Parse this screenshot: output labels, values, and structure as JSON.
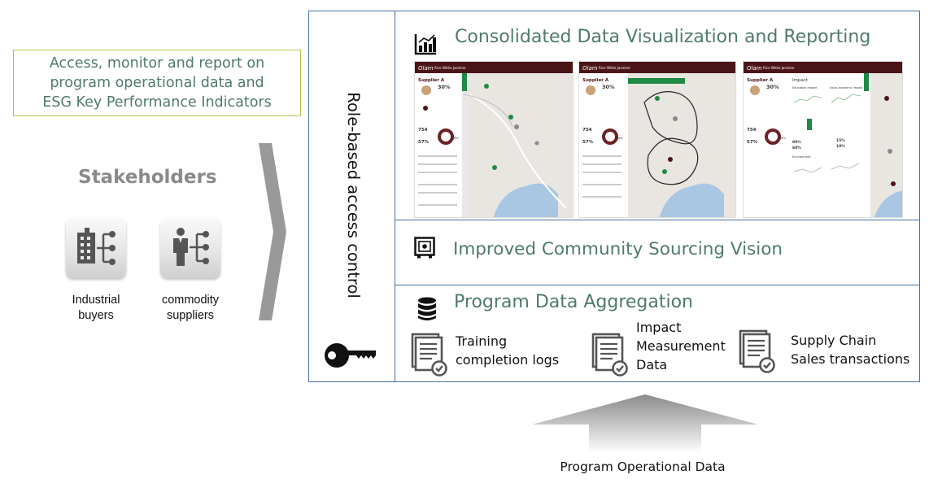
{
  "access_box": {
    "lines": [
      "Access, monitor and report on",
      "program operational data and",
      "ESG Key Performance Indicators"
    ]
  },
  "stakeholders": {
    "title": "Stakeholders",
    "groups": [
      {
        "label_lines": [
          "Industrial",
          "buyers"
        ],
        "icon": "building-network-icon"
      },
      {
        "label_lines": [
          "commodity",
          "suppliers"
        ],
        "icon": "person-network-icon"
      }
    ]
  },
  "access_control": {
    "label": "Role-based access control",
    "icon": "key-icon"
  },
  "sections": {
    "reporting": {
      "title": "Consolidated Data Visualization and Reporting",
      "icon": "bar-chart-icon"
    },
    "sourcing": {
      "title": "Improved Community Sourcing Vision",
      "icon": "safe-icon"
    },
    "aggregation": {
      "title": "Program Data Aggregation",
      "icon": "database-icon",
      "documents": [
        {
          "lines": [
            "Training",
            "completion logs"
          ],
          "icon": "document-check-icon"
        },
        {
          "lines": [
            "Impact",
            "Measurement",
            "Data"
          ],
          "icon": "document-check-icon"
        },
        {
          "lines": [
            "Supply Chain",
            "Sales transactions"
          ],
          "icon": "document-check-icon"
        }
      ]
    }
  },
  "dashboards": [
    {
      "header": "Rice White Jasmine",
      "supplier": "Supplier A",
      "percent_a": "30%",
      "count": "754",
      "percent_b": "57%",
      "ring_value": "66%"
    },
    {
      "header": "Rice White Jasmine",
      "supplier": "Supplier A",
      "percent_a": "30%",
      "count": "754",
      "percent_b": "57%",
      "ring_value": "66%"
    },
    {
      "header": "Rice White Jasmine",
      "supplier": "Supplier A",
      "percent_a": "30%",
      "count": "754",
      "percent_b": "57%",
      "ring_value": "66%",
      "panel_title": "Impact",
      "col_a": "Education impact",
      "col_b": "Socio-economic impact",
      "stat_a": "80%",
      "stat_b": "60%",
      "stat_c": "15%",
      "stat_d": "10%",
      "env": "Environment"
    }
  ],
  "input": {
    "label": "Program Operational Data"
  },
  "colors": {
    "frame": "#4a6fa5",
    "teal_text": "#4f7a6c",
    "accent_border": "#b5c449",
    "dashboard_header": "#4b1518",
    "dashboard_green": "#1e8a44"
  }
}
